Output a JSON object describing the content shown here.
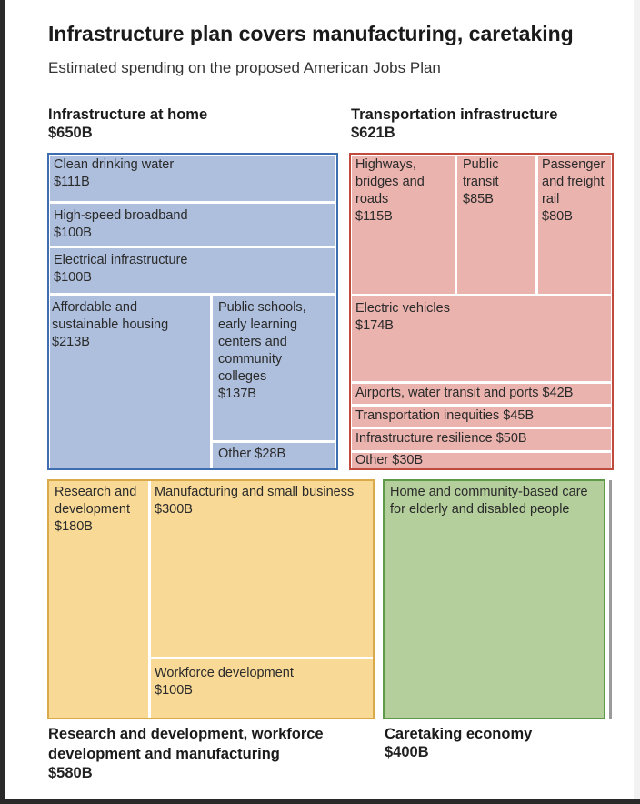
{
  "header": {
    "title": "Infrastructure plan covers manufacturing, caretaking",
    "subtitle": "Estimated spending on the proposed American Jobs Plan"
  },
  "chart_data": {
    "type": "treemap",
    "title": "Infrastructure plan covers manufacturing, caretaking",
    "subtitle": "Estimated spending on the proposed American Jobs Plan",
    "unit": "billion USD",
    "groups": [
      {
        "id": "home",
        "name": "Infrastructure at home",
        "total": 650,
        "total_label": "$650B",
        "color": "#aebfdd",
        "outline_color": "#3e6db0",
        "total_color": "#3e6db0",
        "items": [
          {
            "name": "Clean drinking water",
            "value": 111,
            "label": "Clean drinking water\n$111B"
          },
          {
            "name": "High-speed broadband",
            "value": 100,
            "label": "High-speed broadband\n$100B"
          },
          {
            "name": "Electrical infrastructure",
            "value": 100,
            "label": "Electrical infrastructure\n$100B"
          },
          {
            "name": "Affordable and sustainable housing",
            "value": 213,
            "label": "Affordable and\nsustainable housing\n$213B"
          },
          {
            "name": "Public schools, early learning centers and community colleges",
            "value": 137,
            "label": "Public schools,\nearly learning\ncenters and\ncommunity\ncolleges\n$137B"
          },
          {
            "name": "Other",
            "value": 28,
            "label": "Other $28B"
          }
        ]
      },
      {
        "id": "transport",
        "name": "Transportation infrastructure",
        "total": 621,
        "total_label": "$621B",
        "color": "#ebb3ae",
        "outline_color": "#c04a3c",
        "total_color": "#b84236",
        "items": [
          {
            "name": "Highways, bridges and roads",
            "value": 115,
            "label": "Highways,\nbridges and\nroads\n$115B"
          },
          {
            "name": "Public transit",
            "value": 85,
            "label": "Public\ntransit\n$85B"
          },
          {
            "name": "Passenger and freight rail",
            "value": 80,
            "label": "Passenger\nand freight\nrail\n$80B"
          },
          {
            "name": "Electric vehicles",
            "value": 174,
            "label": "Electric vehicles\n$174B"
          },
          {
            "name": "Airports, water transit and ports",
            "value": 42,
            "label": "Airports, water transit and ports $42B"
          },
          {
            "name": "Transportation inequities",
            "value": 45,
            "label": "Transportation inequities $45B"
          },
          {
            "name": "Infrastructure resilience",
            "value": 50,
            "label": "Infrastructure resilience $50B"
          },
          {
            "name": "Other",
            "value": 30,
            "label": "Other $30B"
          }
        ]
      },
      {
        "id": "research",
        "name": "Research and development, workforce\ndevelopment and manufacturing",
        "total": 580,
        "total_label": "$580B",
        "color": "#f8d996",
        "outline_color": "#d9a94a",
        "total_color": "#c9962f",
        "items": [
          {
            "name": "Research and development",
            "value": 180,
            "label": "Research and\ndevelopment\n$180B"
          },
          {
            "name": "Manufacturing and small business",
            "value": 300,
            "label": "Manufacturing and small business\n$300B"
          },
          {
            "name": "Workforce development",
            "value": 100,
            "label": "Workforce development\n$100B"
          }
        ]
      },
      {
        "id": "care",
        "name": "Caretaking economy",
        "total": 400,
        "total_label": "$400B",
        "color": "#b4cf9c",
        "outline_color": "#5e9a4a",
        "total_color": "#4e8a3a",
        "items": [
          {
            "name": "Home and community-based care for elderly and disabled people",
            "value": 400,
            "label": "Home and community-based care\nfor elderly and disabled people"
          }
        ]
      }
    ]
  }
}
